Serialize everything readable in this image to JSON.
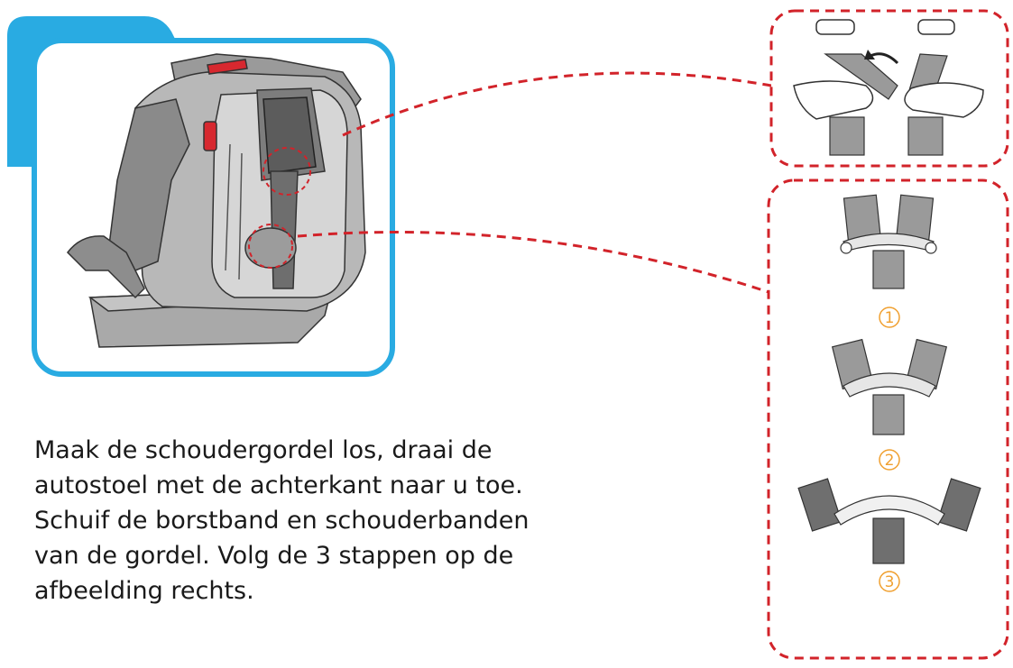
{
  "instruction": {
    "lines": [
      "Maak de schoudergordel los, draai de",
      "autostoel met de achterkant naar u toe.",
      "Schuif de borstband en schouderbanden",
      "van de gordel. Volg de 3 stappen op de",
      "afbeelding rechts."
    ]
  },
  "steps": [
    {
      "number": "1"
    },
    {
      "number": "2"
    },
    {
      "number": "3"
    }
  ],
  "colors": {
    "frame_blue": "#29abe2",
    "callout_red": "#d2232a",
    "step_orange": "#f0a030",
    "seat_gray": "#9a9a9a",
    "strap_gray": "#8c8c8c",
    "strap_dark": "#6f6f6f",
    "red_accent": "#d7282f"
  }
}
